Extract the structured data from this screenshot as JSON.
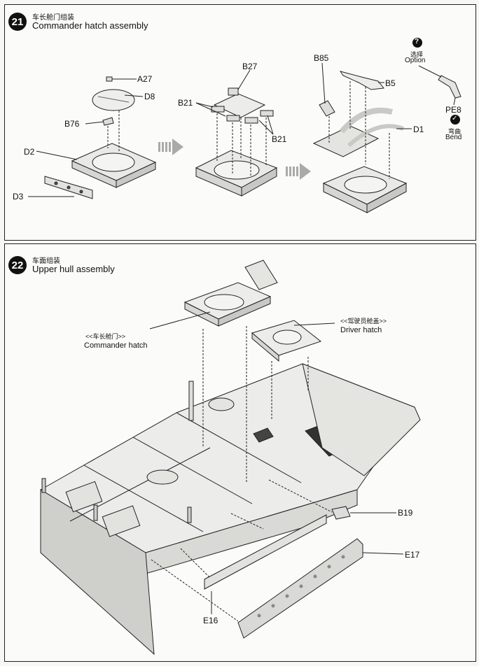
{
  "step21": {
    "number": "21",
    "title_cn": "车长舱门组装",
    "title_en": "Commander hatch assembly",
    "parts": {
      "a27": "A27",
      "d8": "D8",
      "b76": "B76",
      "d2": "D2",
      "d3": "D3",
      "b27": "B27",
      "b21_left": "B21",
      "b21_right": "B21",
      "b85": "B85",
      "b5": "B5",
      "d1": "D1",
      "pe8": "PE8"
    },
    "option_cn": "选择",
    "option_en": "Option",
    "option_mark": "?",
    "bend_cn": "弯曲",
    "bend_en": "Bend",
    "bend_mark": "✓"
  },
  "step22": {
    "number": "22",
    "title_cn": "车面组装",
    "title_en": "Upper hull assembly",
    "commander_hatch_cn": "<<车长舱门>>",
    "commander_hatch_en": "Commander hatch",
    "driver_hatch_cn": "<<驾驶员舱盖>>",
    "driver_hatch_en": "Driver hatch",
    "parts": {
      "b19": "B19",
      "e17": "E17",
      "e16": "E16"
    }
  }
}
